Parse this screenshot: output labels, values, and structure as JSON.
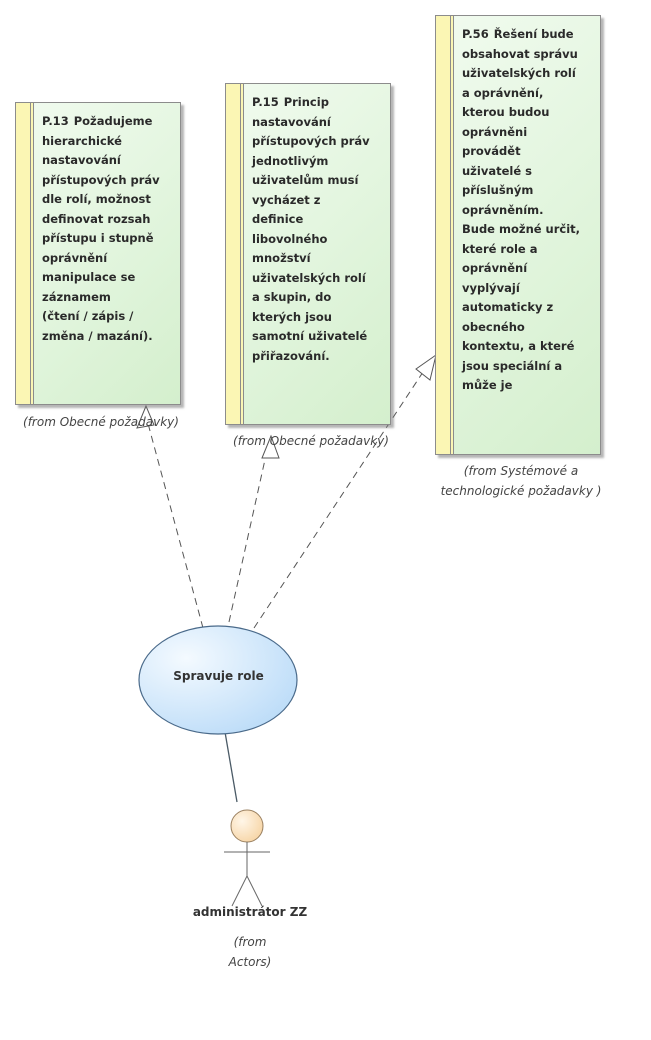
{
  "requirements": [
    {
      "id": "P.13",
      "text": "Požadujeme\nhierarchické\nnastavování\npřístupových práv\ndle rolí, možnost\ndefinovat rozsah\npřístupu i stupně\noprávnění\nmanipulace se\nzáznamem\n(čtení / zápis /\nzměna / mazání).",
      "from": "(from Obecné požadavky)"
    },
    {
      "id": "P.15",
      "text": "Princip\nnastavování\npřístupových práv\njednotlivým\nuživatelům musí\nvycházet z\ndefinice\nlibovolného\nmnožství\nuživatelských rolí\na skupin, do\nkterých jsou\nsamotní uživatelé\npřiřazování.",
      "from": "(from Obecné požadavky)"
    },
    {
      "id": "P.56",
      "text": "Řešení bude\nobsahovat správu\nuživatelských rolí\na oprávnění,\nkterou budou\noprávněni\nprovádět\nuživatelé s\npříslušným\noprávněním.\nBude možné určit,\nkteré role a\noprávnění\nvyplývají\nautomaticky z\nobecného\nkontextu, a které\njsou speciální a\nmůže je",
      "from_line1": "(from Systémové a",
      "from_line2": "technologické požadavky )"
    }
  ],
  "usecase": {
    "name": "Spravuje role"
  },
  "actor": {
    "name": "administrátor ZZ",
    "from_line1": "(from",
    "from_line2": "Actors)"
  },
  "colors": {
    "requirement_fill": "#dff3da",
    "requirement_bar": "#fbf6b4",
    "usecase_fill": "#cfe6fb",
    "actor_head": "#fde8cc"
  }
}
